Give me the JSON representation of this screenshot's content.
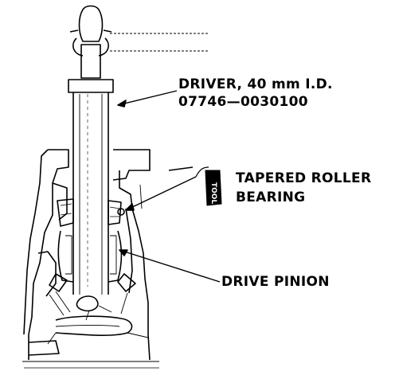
{
  "labels": {
    "driver_name": "DRIVER, 40 mm I.D.",
    "driver_part_number": "07746—0030100",
    "bearing_line1": "TAPERED ROLLER",
    "bearing_line2": "BEARING",
    "pinion": "DRIVE PINION"
  },
  "badge": {
    "text": "TOOL"
  },
  "colors": {
    "ink": "#000000",
    "paper": "#ffffff"
  }
}
